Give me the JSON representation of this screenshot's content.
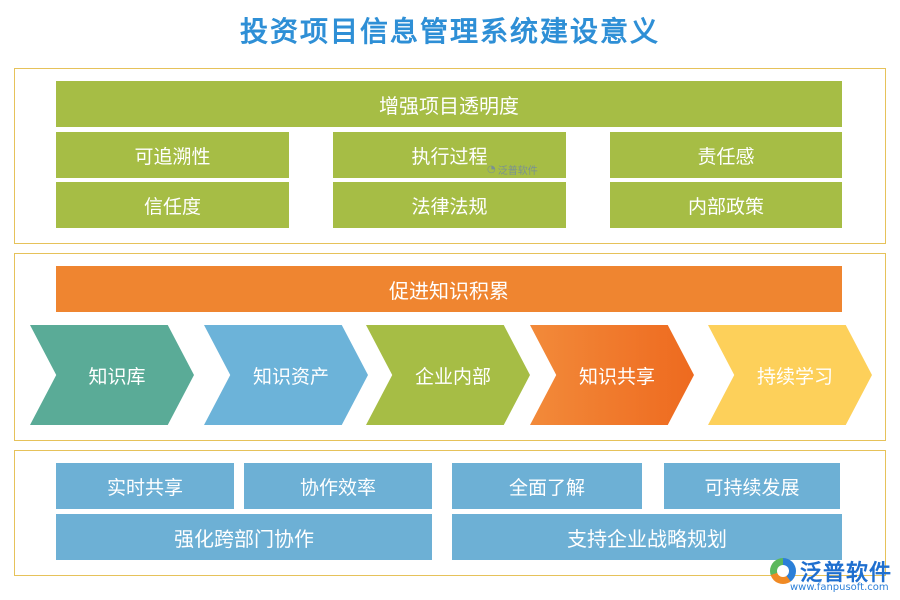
{
  "title": "投资项目信息管理系统建设意义",
  "panel1": {
    "header": "增强项目透明度",
    "items": [
      "可追溯性",
      "执行过程",
      "责任感",
      "信任度",
      "法律法规",
      "内部政策"
    ]
  },
  "panel2": {
    "header": "促进知识积累",
    "chevrons": [
      {
        "label": "知识库",
        "color": "#5aab97"
      },
      {
        "label": "知识资产",
        "color": "#6cb3d9"
      },
      {
        "label": "企业内部",
        "color": "#a6bd45"
      },
      {
        "label": "知识共享",
        "color": "#f07b2a"
      },
      {
        "label": "持续学习",
        "color": "#fdd05a"
      }
    ]
  },
  "panel3": {
    "items": [
      "实时共享",
      "协作效率",
      "全面了解",
      "可持续发展",
      "强化跨部门协作",
      "支持企业战略规划"
    ]
  },
  "watermark": "泛普软件",
  "logo": {
    "text": "泛普软件",
    "url": "www.fanpusoft.com"
  }
}
